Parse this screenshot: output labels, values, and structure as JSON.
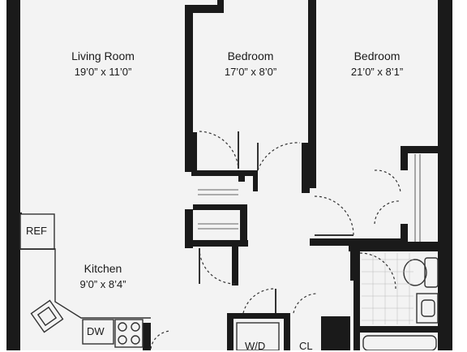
{
  "rooms": {
    "living": {
      "name": "Living Room",
      "dims": "19’0” x 11’0”"
    },
    "bedroom1": {
      "name": "Bedroom",
      "dims": "17’0” x 8’0”"
    },
    "bedroom2": {
      "name": "Bedroom",
      "dims": "21’0” x 8’1”"
    },
    "kitchen": {
      "name": "Kitchen",
      "dims": "9’0” x 8’4”"
    }
  },
  "fixtures": {
    "ref": "REF",
    "dw": "DW",
    "wd": "W/D",
    "cl": "CL"
  },
  "colors": {
    "wall": "#1a1a1a",
    "floor": "#f3f3f3",
    "line": "#333333"
  }
}
